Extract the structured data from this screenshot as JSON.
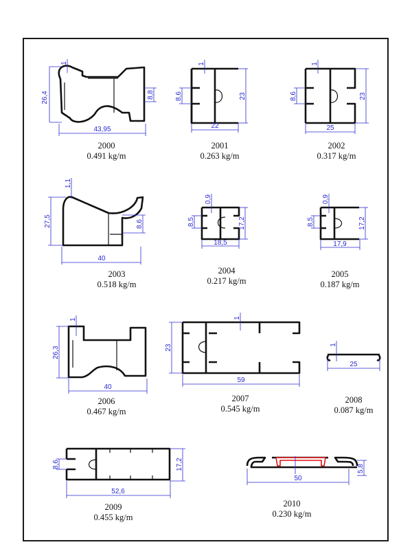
{
  "catalog": {
    "profiles": [
      {
        "code": "2000",
        "weight": "0.491 kg/m",
        "dims": {
          "wall": "1",
          "height": "26,4",
          "slot": "8,8",
          "width": "43,95"
        }
      },
      {
        "code": "2001",
        "weight": "0.263 kg/m",
        "dims": {
          "wall": "1",
          "slot": "8,6",
          "height": "23",
          "width": "22"
        }
      },
      {
        "code": "2002",
        "weight": "0.317 kg/m",
        "dims": {
          "wall": "1",
          "slot": "8,6",
          "height": "23",
          "width": "25"
        }
      },
      {
        "code": "2003",
        "weight": "0.518 kg/m",
        "dims": {
          "wall": "1,1",
          "height": "27,5",
          "slot": "8,6",
          "width": "40"
        }
      },
      {
        "code": "2004",
        "weight": "0.217 kg/m",
        "dims": {
          "wall": "0,9",
          "slot": "8,5",
          "height": "17,2",
          "width": "18,5"
        }
      },
      {
        "code": "2005",
        "weight": "0.187 kg/m",
        "dims": {
          "wall": "0,9",
          "slot": "8,5",
          "height": "17,2",
          "width": "17,9"
        }
      },
      {
        "code": "2006",
        "weight": "0.467 kg/m",
        "dims": {
          "wall": "1",
          "height": "26,3",
          "width": "40"
        }
      },
      {
        "code": "2007",
        "weight": "0.545 kg/m",
        "dims": {
          "wall": "1",
          "height": "23",
          "width": "59"
        }
      },
      {
        "code": "2008",
        "weight": "0.087 kg/m",
        "dims": {
          "wall": "1",
          "width": "25"
        }
      },
      {
        "code": "2009",
        "weight": "0.455 kg/m",
        "dims": {
          "slot": "8,6",
          "height": "17,2",
          "width": "52,6"
        }
      },
      {
        "code": "2010",
        "weight": "0.230 kg/m",
        "dims": {
          "width": "50",
          "height": "5,8"
        }
      }
    ]
  },
  "colors": {
    "dimension": "#2a2ad0",
    "profile": "#111111",
    "seal": "#e01010",
    "frame": "#1a1a1a"
  }
}
